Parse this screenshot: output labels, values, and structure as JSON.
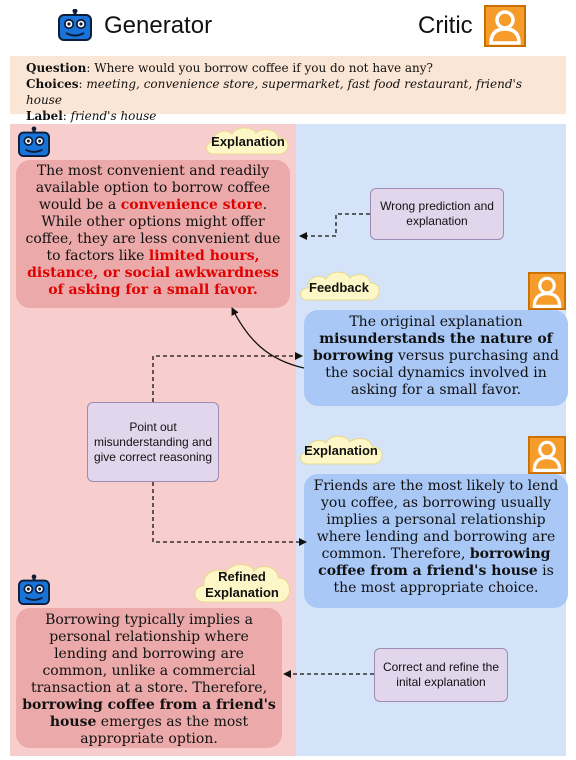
{
  "header": {
    "generator_label": "Generator",
    "critic_label": "Critic"
  },
  "question": {
    "question_key": "Question",
    "question_text": "Where would you borrow coffee if you do not have any?",
    "choices_key": "Choices",
    "choices_text": "meeting, convenience store, supermarket, fast food restaurant, friend's house",
    "label_key": "Label",
    "label_text": "friend's house"
  },
  "generator_explanation": {
    "tag": "Explanation",
    "part1": "The most convenient and readily available option to borrow coffee would be a ",
    "hl1": "convenience store",
    "part2": ". While other options might offer coffee, they are less convenient due to factors like ",
    "hl2": "limited hours, distance, or social awkwardness of asking for a small favor."
  },
  "critic_feedback": {
    "tag": "Feedback",
    "part1": "The original explanation ",
    "hl1": "misunderstands the nature of borrowing",
    "part2": " versus purchasing and the social dynamics involved in asking for a small favor."
  },
  "critic_explanation": {
    "tag": "Explanation",
    "part1": "Friends are the most likely to lend you coffee, as borrowing usually implies a personal relationship where lending and borrowing are common. Therefore, ",
    "hl1": "borrowing coffee from a friend's house",
    "part2": " is the most appropriate choice."
  },
  "refined_explanation": {
    "tag_line1": "Refined",
    "tag_line2": "Explanation",
    "part1": "Borrowing typically implies a personal relationship where lending and borrowing are common, unlike a commercial transaction at a store. Therefore, ",
    "hl1": "borrowing coffee from a friend's house",
    "part2": " emerges as the most appropriate option."
  },
  "notes": {
    "wrong_prediction": "Wrong prediction and explanation",
    "point_out": "Point out misunderstanding and give correct reasoning",
    "correct_refine": "Correct and refine the inital explanation"
  },
  "colors": {
    "generator_panel": "#f8cdcd",
    "critic_panel": "#d5e3f8",
    "generator_bubble": "#eba9a9",
    "critic_bubble": "#a9c8f6",
    "highlight_red": "#e00000",
    "note_fill": "#e2d6ec",
    "cloud_fill": "#fdf6c6",
    "robot_blue": "#1a73d9",
    "person_orange": "#f59c2a"
  }
}
